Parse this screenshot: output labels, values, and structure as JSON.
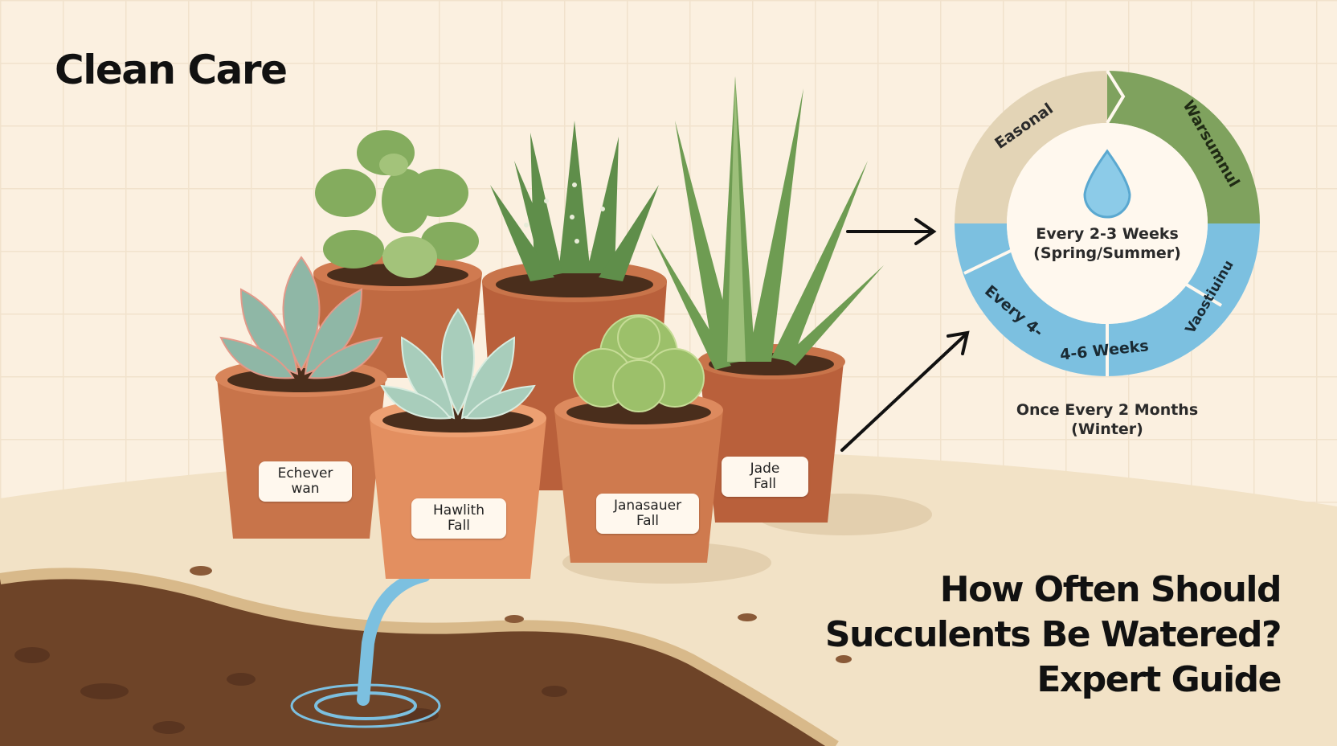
{
  "brand": "Clean Care",
  "headline": {
    "line1": "How Often Should",
    "line2": "Succulents Be Watered?",
    "line3": "Expert Guide"
  },
  "pots": [
    {
      "line1": "Echever",
      "line2": "wan"
    },
    {
      "line1": "Hawlith",
      "line2": "Fall"
    },
    {
      "line1": "Janasauer",
      "line2": "Fall"
    },
    {
      "line1": "Jade",
      "line2": "Fall"
    }
  ],
  "cycle": {
    "segments": {
      "seasonal": "Easonal",
      "top_right": "Warsumnul",
      "right": "Vaostiuinu",
      "bottom_left": "Every 4-",
      "bottom": "4-6 Weeks"
    },
    "center": {
      "line1": "Every 2-3 Weeks",
      "line2": "(Spring/Summer)"
    },
    "winter": {
      "line1": "Once Every 2 Months",
      "line2": "(Winter)"
    }
  },
  "colors": {
    "background": "#fbf0e0",
    "terracotta": "#c8744a",
    "leaf_green": "#7fa25e",
    "water_blue": "#7cc0e0",
    "beige": "#e3d4b6",
    "soil": "#6e4428"
  },
  "icons": [
    "water-drop-icon",
    "arrow-right-icon",
    "arrow-diagonal-icon"
  ]
}
